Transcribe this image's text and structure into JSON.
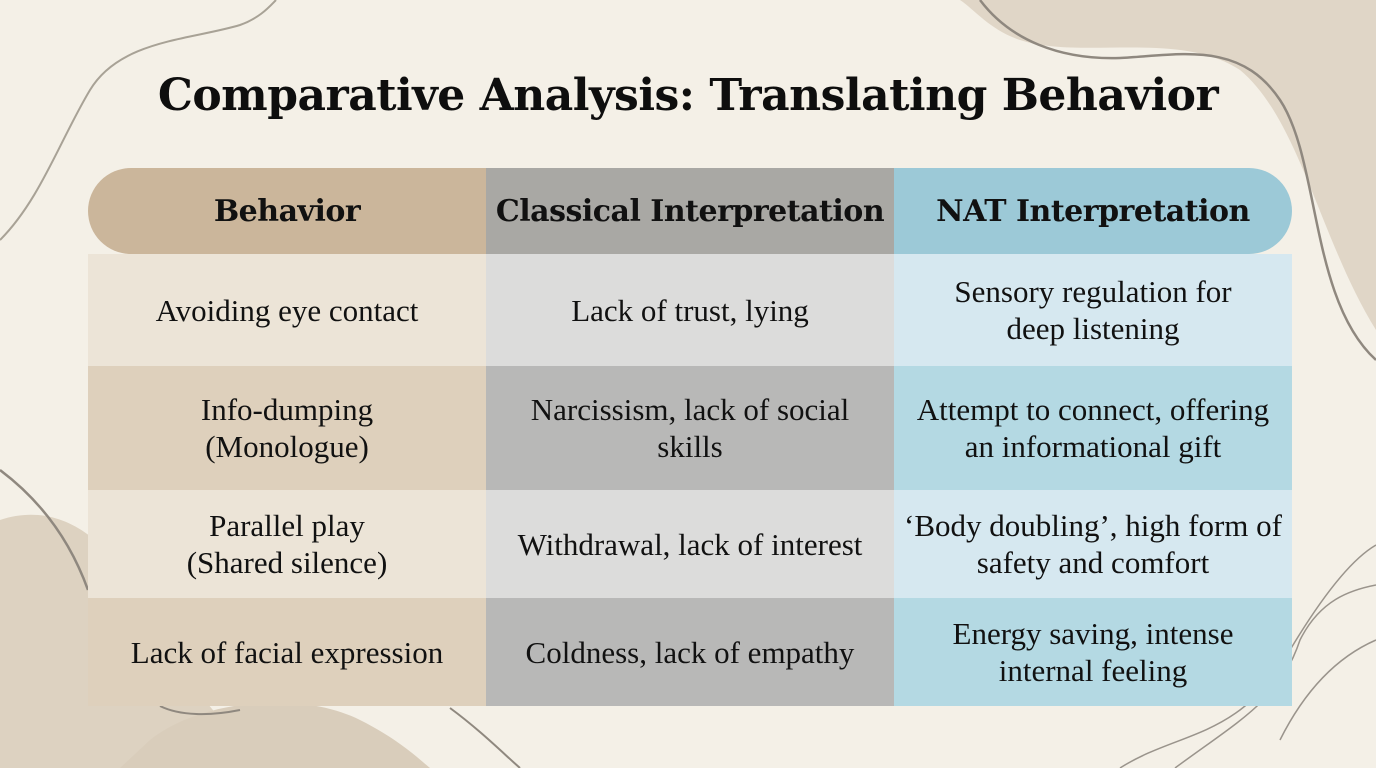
{
  "slide": {
    "title": "Comparative Analysis: Translating Behavior"
  },
  "table": {
    "headers": [
      "Behavior",
      "Classical Interpretation",
      "NAT Interpretation"
    ],
    "rows": [
      [
        "Avoiding eye contact",
        "Lack of trust, lying",
        "Sensory regulation for deep listening"
      ],
      [
        "Info-dumping (Monologue)",
        "Narcissism, lack of social skills",
        "Attempt to connect, offering an informational gift"
      ],
      [
        "Parallel play (Shared silence)",
        "Withdrawal, lack of interest",
        "‘Body doubling’, high form of safety and comfort"
      ],
      [
        "Lack of facial expression",
        "Coldness, lack of empathy",
        "Energy saving, intense internal feeling"
      ]
    ]
  },
  "colors": {
    "background": "#f4f0e7",
    "behavior_header": "#cbb69b",
    "classical_header": "#a9a8a4",
    "nat_header": "#9cc9d7",
    "decor_shape": "#ddd2c1",
    "decor_line": "#9a948c"
  }
}
